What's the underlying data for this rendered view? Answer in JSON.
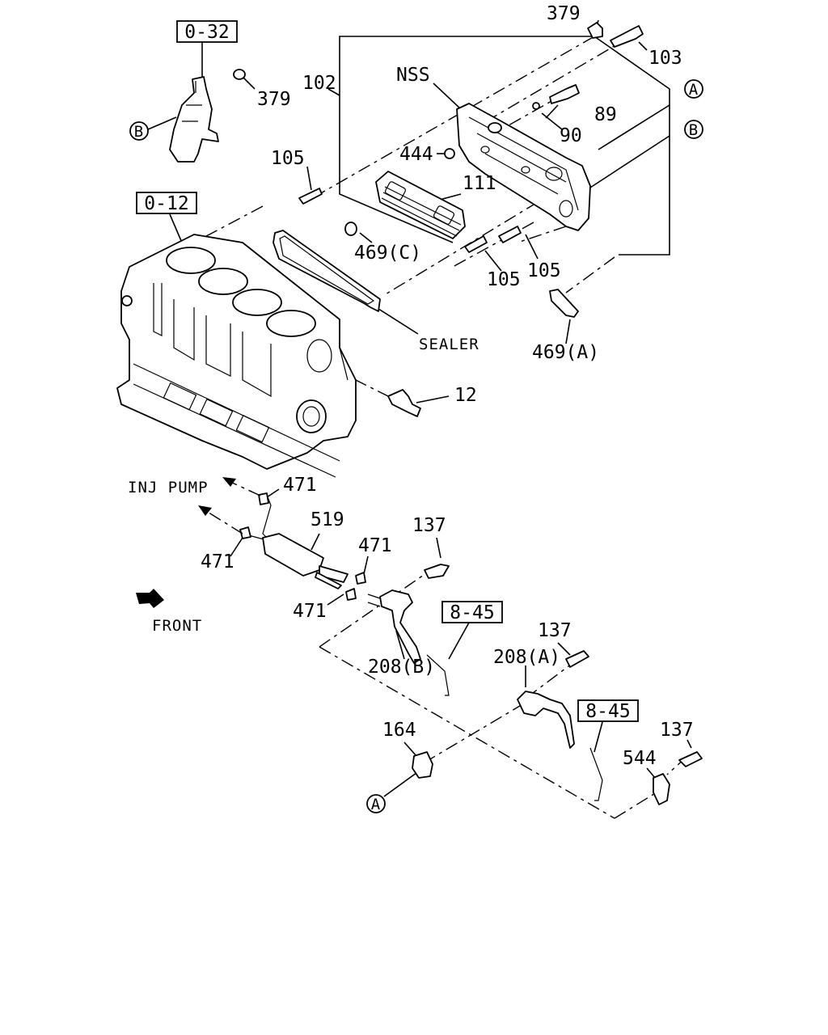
{
  "refs": {
    "r032": "0-32",
    "r012": "0-12",
    "r845a": "8-45",
    "r845b": "8-45"
  },
  "labels": {
    "n379a": "379",
    "n379b": "379",
    "n103": "103",
    "n102": "102",
    "nss": "NSS",
    "n89": "89",
    "n90": "90",
    "n444": "444",
    "n105a": "105",
    "n105b": "105",
    "n105c": "105",
    "n111": "111",
    "n469c": "469(C)",
    "n469a": "469(A)",
    "sealer": "SEALER",
    "n12": "12",
    "injpump": "INJ PUMP",
    "n471a": "471",
    "n471b": "471",
    "n471c": "471",
    "n471d": "471",
    "n519": "519",
    "n137a": "137",
    "n137b": "137",
    "n137c": "137",
    "front": "FRONT",
    "n208b": "208(B)",
    "n208a": "208(A)",
    "n164": "164",
    "n544": "544"
  },
  "markers": {
    "A1": "A",
    "B1": "B",
    "B2": "B",
    "A2": "A"
  }
}
